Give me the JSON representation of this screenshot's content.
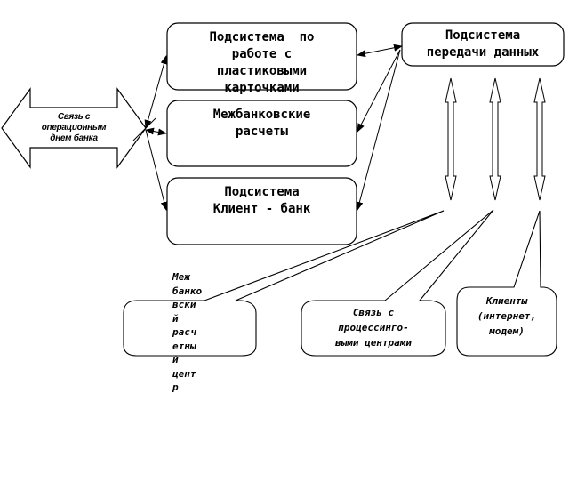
{
  "diagram": {
    "left_arrow": {
      "label": "Связь с операционным днем банка",
      "lines": [
        "Связь с",
        "операционным",
        "днем банка"
      ]
    },
    "boxes": {
      "plastic_cards": {
        "lines": [
          "Подсистема  по",
          "работе с",
          "пластиковыми",
          "карточками"
        ]
      },
      "interbank": {
        "lines": [
          "Межбанковские",
          "расчеты"
        ]
      },
      "client_bank": {
        "lines": [
          "Подсистема",
          "Клиент - банк"
        ]
      },
      "data_transfer": {
        "lines": [
          "Подсистема",
          "передачи данных"
        ]
      }
    },
    "callouts": {
      "interbank_center": {
        "label": "Межбанковский расчетный центр",
        "wrapped": "Меж\nбанко\nвски\nй\nрасч\nетны\nй\nцент\nр"
      },
      "processing": {
        "lines": [
          "Связь с",
          "процессинго-",
          "выми центрами"
        ]
      },
      "clients": {
        "lines": [
          "Клиенты",
          "(интернет,",
          "модем)"
        ]
      }
    },
    "colors": {
      "stroke": "#000000",
      "fill": "#ffffff"
    }
  }
}
